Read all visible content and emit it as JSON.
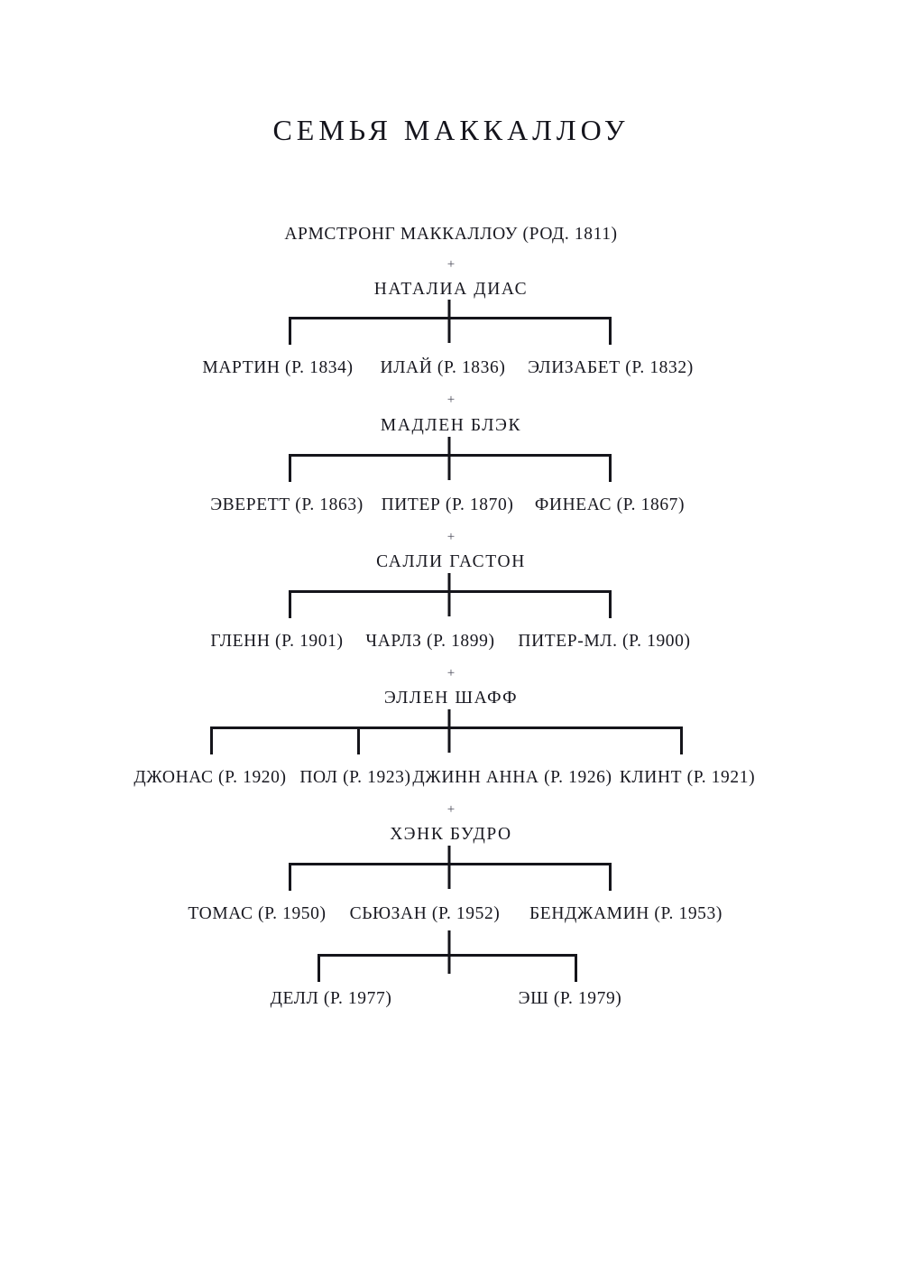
{
  "document": {
    "title": "СЕМЬЯ МАККАЛЛОУ",
    "background_color": "#ffffff",
    "ink_color": "#15151b",
    "union_symbol": "+"
  },
  "tree": {
    "generations": [
      {
        "id": "gen-1",
        "parent": {
          "name": "АРМСТРОНГ МАККАЛЛОУ (РОД. 1811)"
        },
        "spouse": {
          "name": "НАТАЛИА ДИАС"
        },
        "union": "+"
      },
      {
        "id": "gen-2",
        "children": [
          {
            "name": "МАРТИН (Р. 1834)"
          },
          {
            "name": "ИЛАЙ (Р. 1836)"
          },
          {
            "name": "ЭЛИЗАБЕТ (Р. 1832)"
          }
        ],
        "continuing_child": "ИЛАЙ (Р. 1836)",
        "spouse": {
          "name": "МАДЛЕН БЛЭК"
        },
        "union": "+"
      },
      {
        "id": "gen-3",
        "children": [
          {
            "name": "ЭВЕРЕТТ (Р. 1863)"
          },
          {
            "name": "ПИТЕР (Р. 1870)"
          },
          {
            "name": "ФИНЕАС (Р. 1867)"
          }
        ],
        "continuing_child": "ПИТЕР (Р. 1870)",
        "spouse": {
          "name": "САЛЛИ ГАСТОН"
        },
        "union": "+"
      },
      {
        "id": "gen-4",
        "children": [
          {
            "name": "ГЛЕНН (Р. 1901)"
          },
          {
            "name": "ЧАРЛЗ (Р. 1899)"
          },
          {
            "name": "ПИТЕР-МЛ. (Р. 1900)"
          }
        ],
        "continuing_child": "ЧАРЛЗ (Р. 1899)",
        "spouse": {
          "name": "ЭЛЛЕН ШАФФ"
        },
        "union": "+"
      },
      {
        "id": "gen-5",
        "children": [
          {
            "name": "ДЖОНАС (Р. 1920)"
          },
          {
            "name": "ПОЛ (Р. 1923)"
          },
          {
            "name": "ДЖИНН АННА (Р. 1926)"
          },
          {
            "name": "КЛИНТ (Р. 1921)"
          }
        ],
        "continuing_child": "ДЖИНН АННА (Р. 1926)",
        "spouse": {
          "name": "ХЭНК БУДРО"
        },
        "union": "+"
      },
      {
        "id": "gen-6",
        "children": [
          {
            "name": "ТОМАС (Р. 1950)"
          },
          {
            "name": "СЬЮЗАН (Р. 1952)"
          },
          {
            "name": "БЕНДЖАМИН (Р. 1953)"
          }
        ],
        "continuing_child": "СЬЮЗАН (Р. 1952)",
        "spouse": null,
        "union": null
      },
      {
        "id": "gen-7",
        "children": [
          {
            "name": "ДЕЛЛ (Р. 1977)"
          },
          {
            "name": "ЭШ (Р. 1979)"
          }
        ],
        "continuing_child": null,
        "spouse": null,
        "union": null
      }
    ]
  }
}
